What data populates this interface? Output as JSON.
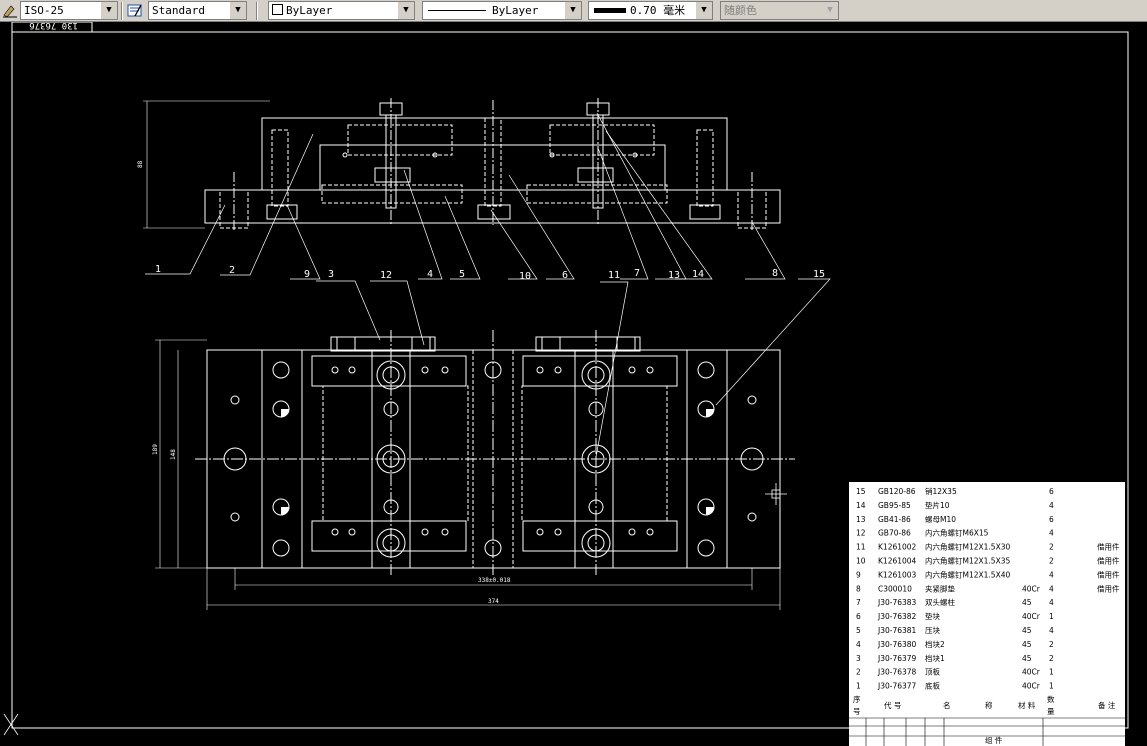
{
  "toolbar": {
    "dim_style": "ISO-25",
    "text_style": "Standard",
    "layer_color": "ByLayer",
    "linetype": "ByLayer",
    "lineweight_value": "0.70",
    "lineweight_unit": "毫米",
    "plot_style": "随颜色"
  },
  "drawing": {
    "top_label": "130 76376",
    "dims": {
      "height_front": "88",
      "height_outer": "189",
      "height_inner": "148",
      "width_inner": "338±0.018",
      "width_outer": "374"
    },
    "callouts": [
      "1",
      "2",
      "9",
      "3",
      "12",
      "4",
      "5",
      "10",
      "6",
      "11",
      "7",
      "13",
      "14",
      "8",
      "15"
    ]
  },
  "bom": {
    "rows": [
      {
        "no": "15",
        "code": "GB120-86",
        "name": "销12X35",
        "material": "",
        "qty": "6",
        "remark": ""
      },
      {
        "no": "14",
        "code": "GB95-85",
        "name": "垫片10",
        "material": "",
        "qty": "4",
        "remark": ""
      },
      {
        "no": "13",
        "code": "GB41-86",
        "name": "螺母M10",
        "material": "",
        "qty": "6",
        "remark": ""
      },
      {
        "no": "12",
        "code": "GB70-86",
        "name": "内六角螺钉M6X15",
        "material": "",
        "qty": "4",
        "remark": ""
      },
      {
        "no": "11",
        "code": "K1261002",
        "name": "内六角螺钉M12X1.5X30",
        "material": "",
        "qty": "2",
        "remark": "借用件"
      },
      {
        "no": "10",
        "code": "K1261004",
        "name": "内六角螺钉M12X1.5X35",
        "material": "",
        "qty": "2",
        "remark": "借用件"
      },
      {
        "no": "9",
        "code": "K1261003",
        "name": "内六角螺钉M12X1.5X40",
        "material": "",
        "qty": "4",
        "remark": "借用件"
      },
      {
        "no": "8",
        "code": "C300010",
        "name": "夹紧脚垫",
        "material": "40Cr",
        "qty": "4",
        "remark": "借用件"
      },
      {
        "no": "7",
        "code": "J30-76383",
        "name": "双头螺柱",
        "material": "45",
        "qty": "4",
        "remark": ""
      },
      {
        "no": "6",
        "code": "J30-76382",
        "name": "垫块",
        "material": "40Cr",
        "qty": "1",
        "remark": ""
      },
      {
        "no": "5",
        "code": "J30-76381",
        "name": "压块",
        "material": "45",
        "qty": "4",
        "remark": ""
      },
      {
        "no": "4",
        "code": "J30-76380",
        "name": "档块2",
        "material": "45",
        "qty": "2",
        "remark": ""
      },
      {
        "no": "3",
        "code": "J30-76379",
        "name": "档块1",
        "material": "45",
        "qty": "2",
        "remark": ""
      },
      {
        "no": "2",
        "code": "J30-76378",
        "name": "顶板",
        "material": "40Cr",
        "qty": "1",
        "remark": ""
      },
      {
        "no": "1",
        "code": "J30-76377",
        "name": "底板",
        "material": "40Cr",
        "qty": "1",
        "remark": ""
      }
    ],
    "header": {
      "no_a": "序",
      "no_b": "号",
      "code": "代 号",
      "name_a": "名",
      "name_b": "称",
      "material": "材 料",
      "qty_a": "数",
      "qty_b": "量",
      "remark": "备 注"
    },
    "footer_title": "组 件"
  }
}
